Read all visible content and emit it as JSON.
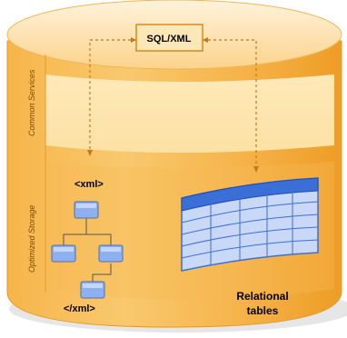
{
  "top_box": {
    "label": "SQL/XML"
  },
  "side_labels": {
    "upper": "Common Services",
    "lower": "Optimized Storage"
  },
  "xml": {
    "open_tag": "<xml>",
    "close_tag": "</xml>"
  },
  "relational": {
    "line1": "Relational",
    "line2": "tables"
  },
  "colors": {
    "cylinder_orange": "#f3a42c",
    "cylinder_light": "#fbd48a",
    "band_fill": "#fdecc4",
    "table_header": "#3b6fd8",
    "table_cells": "#c9d8f6",
    "node_blue": "#8fb0ee"
  }
}
